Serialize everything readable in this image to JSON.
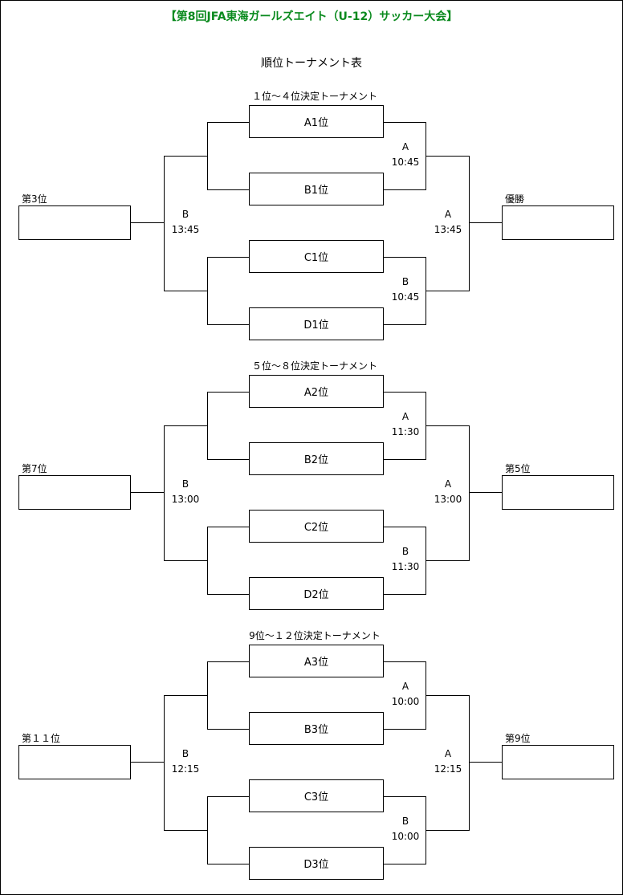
{
  "title": "【第8回JFA東海ガールズエイト（U-12）サッカー大会】",
  "subtitle": "順位トーナメント表",
  "sections": [
    {
      "heading": "１位～４位決定トーナメント",
      "teams": [
        "A1位",
        "B1位",
        "C1位",
        "D1位"
      ],
      "left_result": "第3位",
      "right_result": "優勝",
      "match_top": {
        "court": "A",
        "time": "10:45"
      },
      "match_bottom": {
        "court": "B",
        "time": "10:45"
      },
      "match_left": {
        "court": "B",
        "time": "13:45"
      },
      "match_right": {
        "court": "A",
        "time": "13:45"
      }
    },
    {
      "heading": "５位～８位決定トーナメント",
      "teams": [
        "A2位",
        "B2位",
        "C2位",
        "D2位"
      ],
      "left_result": "第7位",
      "right_result": "第5位",
      "match_top": {
        "court": "A",
        "time": "11:30"
      },
      "match_bottom": {
        "court": "B",
        "time": "11:30"
      },
      "match_left": {
        "court": "B",
        "time": "13:00"
      },
      "match_right": {
        "court": "A",
        "time": "13:00"
      }
    },
    {
      "heading": "9位～１２位決定トーナメント",
      "teams": [
        "A3位",
        "B3位",
        "C3位",
        "D3位"
      ],
      "left_result": "第１１位",
      "right_result": "第9位",
      "match_top": {
        "court": "A",
        "time": "10:00"
      },
      "match_bottom": {
        "court": "B",
        "time": "10:00"
      },
      "match_left": {
        "court": "B",
        "time": "12:15"
      },
      "match_right": {
        "court": "A",
        "time": "12:15"
      }
    }
  ]
}
